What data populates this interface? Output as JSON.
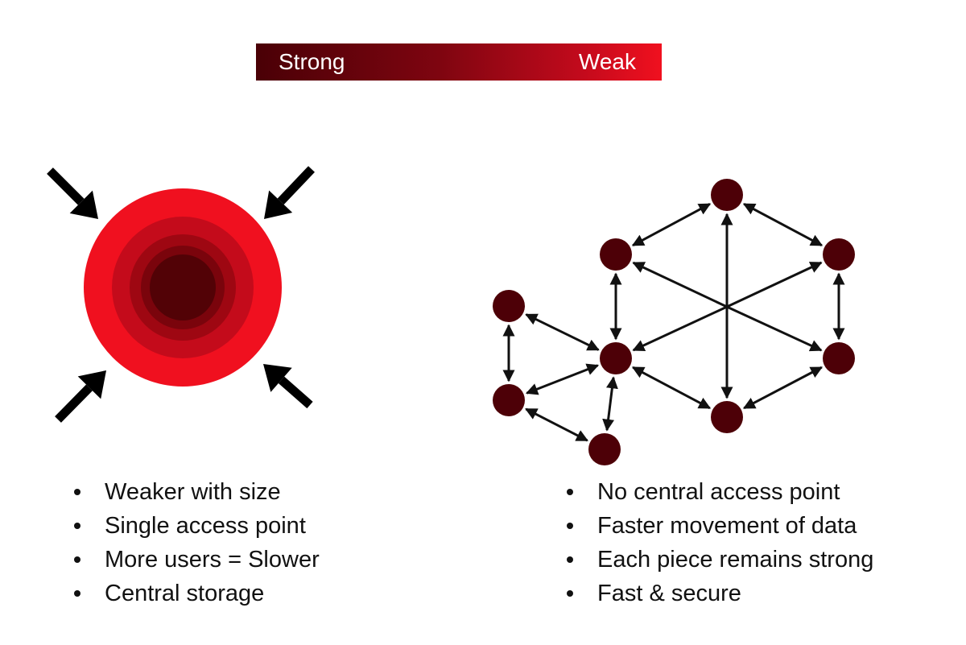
{
  "legend": {
    "strong_label": "Strong",
    "weak_label": "Weak",
    "color_strong": "#4a0006",
    "color_weak": "#f0101f"
  },
  "centralized": {
    "rings": [
      "#f0101f",
      "#c40b1b",
      "#9e0712",
      "#7a040c",
      "#520206"
    ],
    "arrow_color": "#000000",
    "bullets": [
      "Weaker with size",
      "Single access point",
      "More users = Slower",
      "Central storage"
    ]
  },
  "network": {
    "node_color": "#4d0007",
    "edge_color": "#111111",
    "bullets": [
      "No central access point",
      "Faster movement of data",
      "Each piece remains strong",
      "Fast & secure"
    ]
  }
}
